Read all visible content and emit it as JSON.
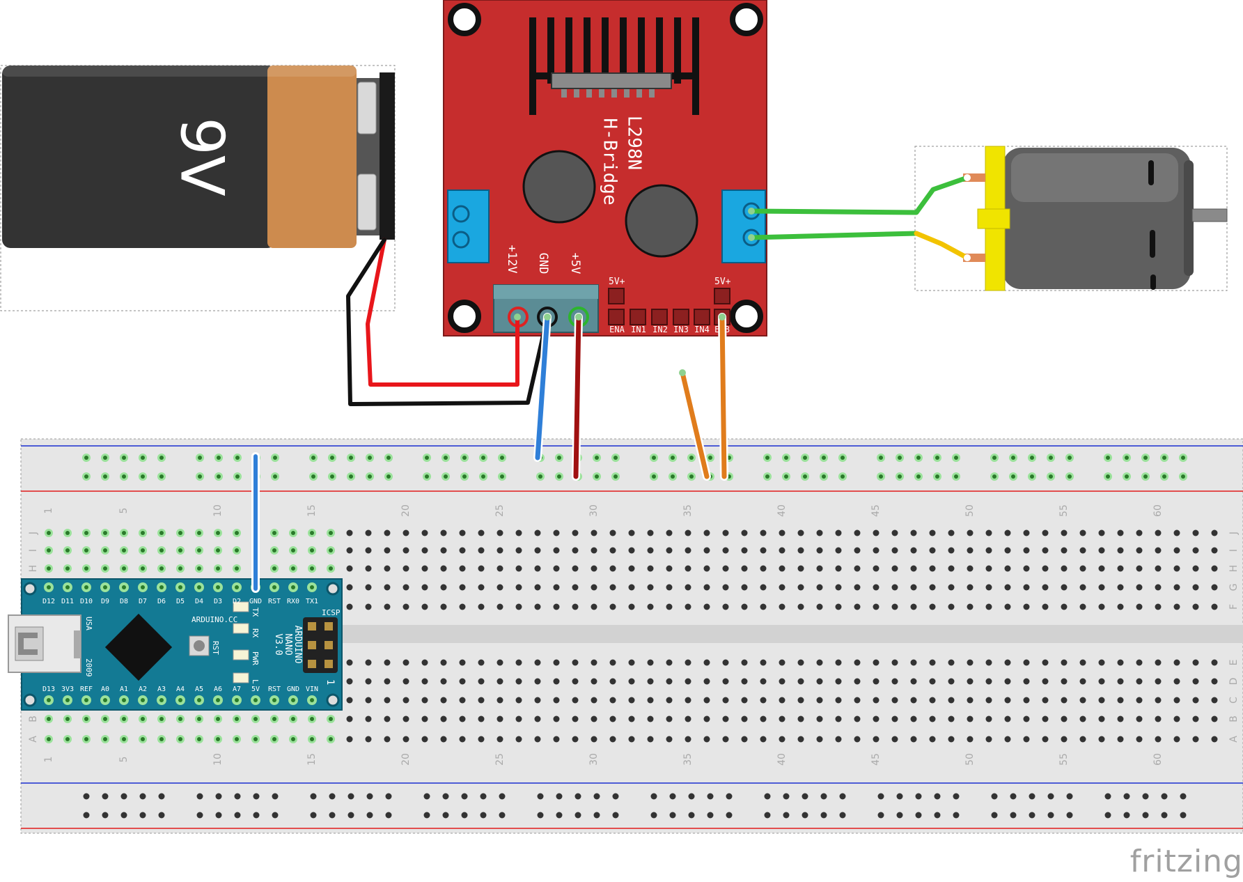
{
  "battery": {
    "label": "9V"
  },
  "hbridge": {
    "title_line1": "L298N",
    "title_line2": "H-Bridge",
    "power_labels": [
      "+12V",
      "GND",
      "+5V"
    ],
    "jumper_labels": [
      "5V+",
      "5V+"
    ],
    "control_pins": [
      "ENA",
      "IN1",
      "IN2",
      "IN3",
      "IN4",
      "ENB"
    ]
  },
  "breadboard": {
    "column_numbers": [
      "1",
      "5",
      "10",
      "15",
      "20",
      "25",
      "30",
      "35",
      "40",
      "45",
      "50",
      "55",
      "60"
    ],
    "row_letters_top": [
      "J",
      "I",
      "H",
      "G",
      "F"
    ],
    "row_letters_bottom": [
      "E",
      "D",
      "C",
      "B",
      "A"
    ],
    "columns": 63
  },
  "arduino": {
    "top_pins": [
      "D12",
      "D11",
      "D10",
      "D9",
      "D8",
      "D7",
      "D6",
      "D5",
      "D4",
      "D3",
      "D2",
      "GND",
      "RST",
      "RX0",
      "TX1"
    ],
    "bottom_pins": [
      "D13",
      "3V3",
      "REF",
      "A0",
      "A1",
      "A2",
      "A3",
      "A4",
      "A5",
      "A6",
      "A7",
      "5V",
      "RST",
      "GND",
      "VIN"
    ],
    "brand": "ARDUINO.CC",
    "model_lines": [
      "ARDUINO",
      "NANO",
      "V3.0"
    ],
    "usb_label": "USA",
    "year": "2009",
    "leds": [
      "TX",
      "RX",
      "PWR",
      "L"
    ],
    "reset_label": "RST",
    "icsp_label": "ICSP",
    "pin1_mark": "1"
  },
  "watermark": "fritzing",
  "colors": {
    "hbridge_red": "#c62d2d",
    "wire_red": "#e8161b",
    "wire_black": "#111111",
    "wire_blue": "#2f7fd8",
    "wire_darkred": "#a01010",
    "wire_orange": "#e07c1c",
    "wire_green": "#3cbf3c",
    "wire_yellow": "#f2c300",
    "arduino_teal": "#137a94"
  }
}
